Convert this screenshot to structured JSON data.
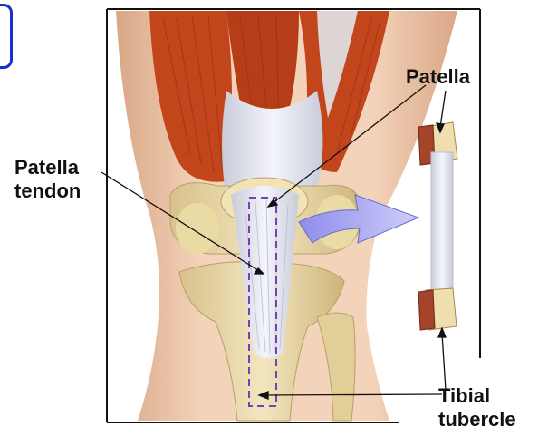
{
  "labels": {
    "patella": "Patella",
    "patella_tendon_line1": "Patella",
    "patella_tendon_line2": "tendon",
    "tibial_tubercle_line1": "Tibial",
    "tibial_tubercle_line2": "tubercle"
  },
  "colors": {
    "muscle": "#c2451c",
    "muscle_dark": "#8e2a0d",
    "tendon": "#e4e6ee",
    "bone": "#ecdcaa",
    "bone_shadow": "#c9b47c",
    "skin": "#f2cfb4",
    "skin_shadow": "#d9a786",
    "arrow": "#a7a5f2",
    "graft_outline": "#7a3fb0",
    "frame": "#111111",
    "corner_box": "#1a2fcf"
  },
  "icons": {
    "transfer_arrow": "arrow-right-icon"
  }
}
